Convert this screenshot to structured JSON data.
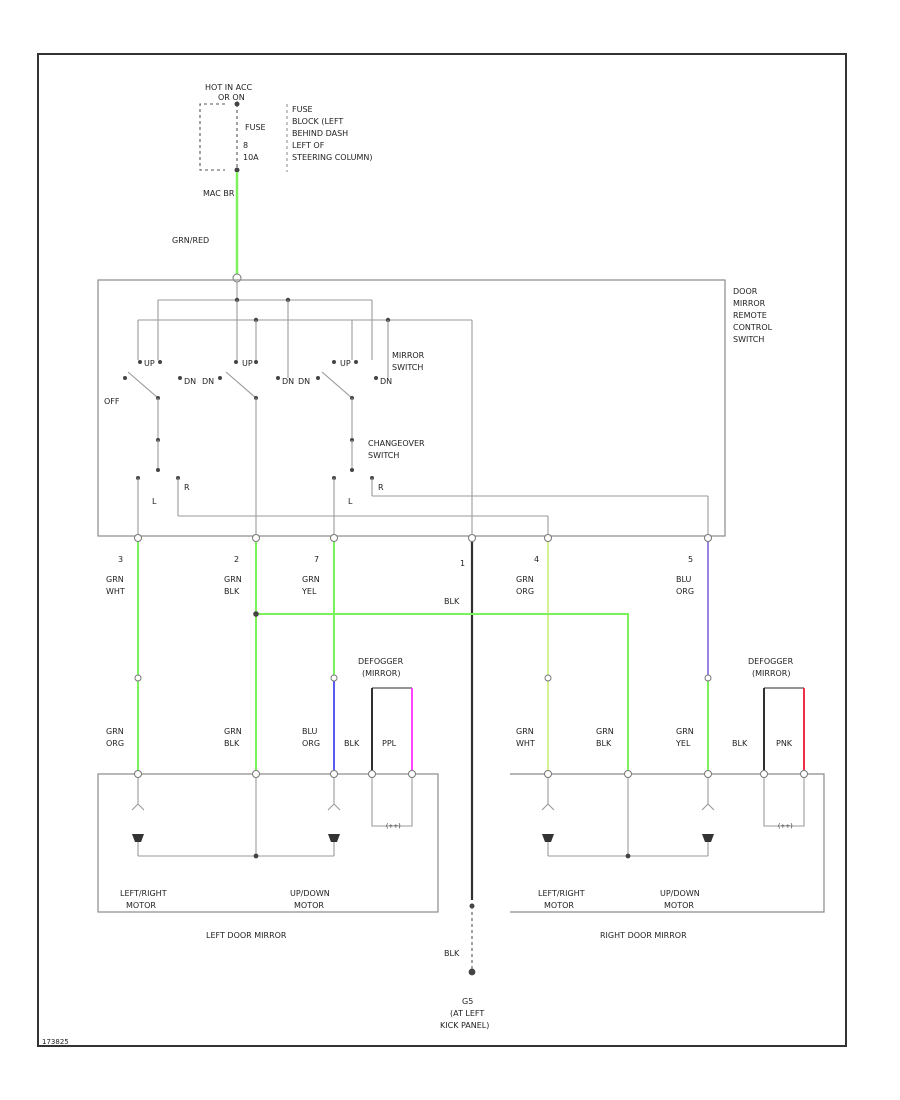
{
  "colors": {
    "green": "#7cf25a",
    "green_light": "#d4f290",
    "blue": "#5a5cf0",
    "violet": "#9a82e0",
    "black": "#303030",
    "pink": "#ff44ff",
    "red": "#f0304a"
  },
  "power": {
    "hot_line1": "HOT IN ACC",
    "hot_line2": "OR ON",
    "fuse_id": "FUSE",
    "fuse_num": "8",
    "fuse_amp": "10A",
    "fuse_loc": [
      "FUSE",
      "BLOCK (LEFT",
      "BEHIND DASH",
      "LEFT OF",
      "STEERING COLUMN)"
    ],
    "feed_code": "MAC  BR"
  },
  "wires": {
    "supply": "GRN/RED",
    "p3": [
      "GRN",
      "WHT"
    ],
    "p2": [
      "GRN",
      "BLK"
    ],
    "p7": [
      "GRN",
      "YEL"
    ],
    "p4": [
      "GRN",
      "ORG"
    ],
    "p5": [
      "BLU",
      "ORG"
    ],
    "ground_main": "BLK",
    "ground_lower": "BLK",
    "left_lr": [
      "GRN",
      "ORG"
    ],
    "left_ud": [
      "GRN",
      "BLK"
    ],
    "left_3": [
      "BLU",
      "ORG"
    ],
    "left_blk": "BLK",
    "left_ppl": "PPL",
    "right_lr": [
      "GRN",
      "WHT"
    ],
    "right_ud": [
      "GRN",
      "BLK"
    ],
    "right_3": [
      "GRN",
      "YEL"
    ],
    "right_blk": "BLK",
    "right_pnk": "PNK"
  },
  "pins": {
    "p3": "3",
    "p2": "2",
    "p7": "7",
    "p1": "1",
    "p4": "4",
    "p5": "5"
  },
  "switch": {
    "title": [
      "DOOR",
      "MIRROR",
      "REMOTE",
      "CONTROL",
      "SWITCH"
    ],
    "mirror_switch": [
      "MIRROR",
      "SWITCH"
    ],
    "changeover": [
      "CHANGEOVER",
      "SWITCH"
    ],
    "off": "OFF",
    "pos_up": "UP",
    "pos_dn": "DN",
    "pos_l": "L",
    "pos_r": "R"
  },
  "left_mirror": {
    "title": "LEFT DOOR MIRROR",
    "motor_lr": [
      "LEFT/RIGHT",
      "MOTOR"
    ],
    "motor_ud": [
      "UP/DOWN",
      "MOTOR"
    ],
    "defogger": [
      "DEFOGGER",
      "(MIRROR)"
    ]
  },
  "right_mirror": {
    "title": "RIGHT DOOR MIRROR",
    "motor_lr": [
      "LEFT/RIGHT",
      "MOTOR"
    ],
    "motor_ud": [
      "UP/DOWN",
      "MOTOR"
    ],
    "defogger": [
      "DEFOGGER",
      "(MIRROR)"
    ]
  },
  "ground": {
    "id": "G5",
    "loc": [
      "(AT LEFT",
      "KICK PANEL)"
    ]
  },
  "figure_id": "173825"
}
